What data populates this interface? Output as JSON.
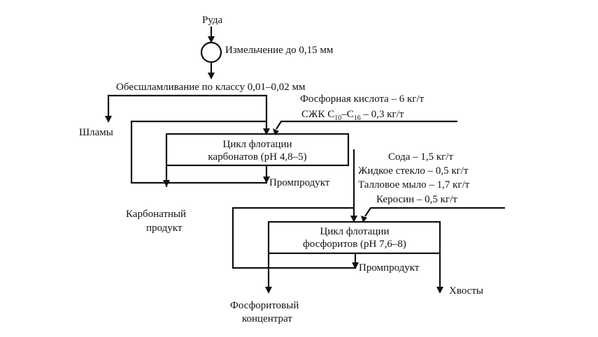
{
  "diagram": {
    "ore": "Руда",
    "grinding": "Измельчение до 0,15 мм",
    "desliming": "Обесшламливание по классу 0,01–0,02 мм",
    "slimes": "Шламы",
    "reagents1": {
      "line1": "Фосфорная кислота – 6 кг/т",
      "line2_prefix": "СЖК С",
      "line2_sub1": "10",
      "line2_mid": "–С",
      "line2_sub2": "16",
      "line2_suffix": " – 0,3 кг/т"
    },
    "carbonate_cycle": {
      "line1": "Цикл флотации",
      "line2": "карбонатов (рН 4,8–5)"
    },
    "middlings1": "Промпродукт",
    "carbonate_product": {
      "line1": "Карбонатный",
      "line2": "продукт"
    },
    "reagents2": [
      "Сода – 1,5 кг/т",
      "Жидкое стекло – 0,5 кг/т",
      "Талловое мыло – 1,7 кг/т",
      "Керосин – 0,5 кг/т"
    ],
    "phosphorite_cycle": {
      "line1": "Цикл флотации",
      "line2": "фосфоритов (рН 7,6–8)"
    },
    "middlings2": "Промпродукт",
    "concentrate": {
      "line1": "Фосфоритовый",
      "line2": "концентрат"
    },
    "tailings": "Хвосты"
  }
}
